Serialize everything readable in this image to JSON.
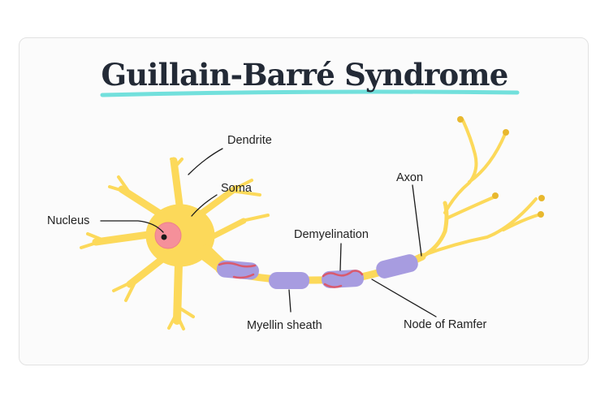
{
  "title": "Guillain-Barré Syndrome",
  "labels": {
    "dendrite": "Dendrite",
    "soma": "Soma",
    "nucleus": "Nucleus",
    "demyelination": "Demyelination",
    "axon": "Axon",
    "myelin_sheath": "Myellin sheath",
    "node": "Node of Ramfer"
  },
  "colors": {
    "neuron": "#fcd95a",
    "nucleus": "#f5909a",
    "myelin": "#a79ce0",
    "damage": "#d95a6e",
    "underline": "#72e0dc",
    "title": "#232a36"
  }
}
